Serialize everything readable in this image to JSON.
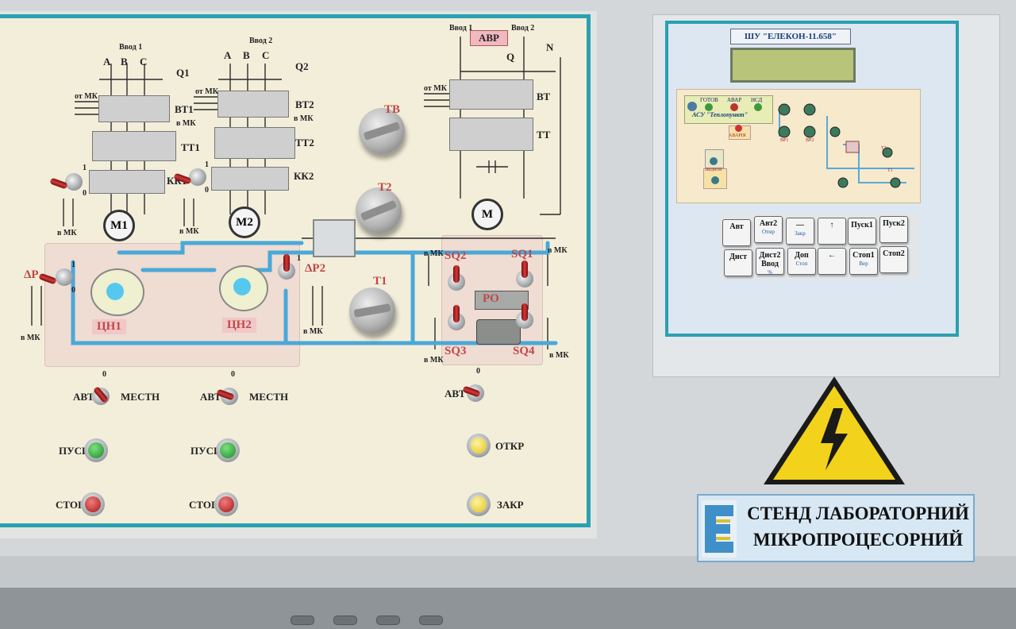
{
  "controller": {
    "title": "ШУ \"ЕЛЕКОН-11.658\"",
    "status_labels": [
      "ГОТОВ",
      "АВАР",
      "НСД"
    ],
    "system_name": "АСУ \"Теплопункт\"",
    "alarm_label": "АВАРІЯ",
    "mini_labels": [
      "ВР1",
      "ВР2",
      "Т2",
      "Т1",
      "ЗВІДНОВ"
    ],
    "keys_row1": [
      {
        "main": "Авт",
        "sub": ""
      },
      {
        "main": "Авт2",
        "sub": "Отмр"
      },
      {
        "main": "—",
        "sub": "Закр"
      },
      {
        "main": "↑",
        "sub": ""
      },
      {
        "main": "Пуск1",
        "sub": ""
      },
      {
        "main": "Пуск2",
        "sub": ""
      }
    ],
    "keys_row2": [
      {
        "main": "Дист",
        "sub": ""
      },
      {
        "main": "Дист2 Ввод",
        "sub": "%"
      },
      {
        "main": "Доп",
        "sub": "Стоп"
      },
      {
        "main": "←",
        "sub": ""
      },
      {
        "main": "Стоп1",
        "sub": "Вер"
      },
      {
        "main": "Стоп2",
        "sub": ""
      }
    ]
  },
  "mimic": {
    "inputs": [
      "Ввод 1",
      "Ввод 2"
    ],
    "avr_inputs": [
      "Ввод 1",
      "Ввод 2"
    ],
    "avr_label": "АВР",
    "phases1": [
      "A",
      "B",
      "C"
    ],
    "phases2": [
      "A",
      "B",
      "C"
    ],
    "breaker1": "Q1",
    "breaker2": "Q2",
    "breaker3": "Q",
    "neutral": "N",
    "from_mk": "от МК",
    "to_mk": "в МК",
    "thyristors": [
      "ВТ1",
      "ВТ2",
      "ВТ"
    ],
    "current_transformers": [
      "ТТ1",
      "ТТ2",
      "ТТ"
    ],
    "contactors": [
      "КК1",
      "КК2"
    ],
    "motors": [
      "M1",
      "M2",
      "M"
    ],
    "pumps": [
      "ЦН1",
      "ЦН2"
    ],
    "pressure_sensors": [
      "ΔP",
      "ΔP2"
    ],
    "temp_sensors": [
      "TB",
      "T2",
      "T1"
    ],
    "limit_switches": [
      "SQ2",
      "SQ1",
      "SQ3",
      "SQ4"
    ],
    "valve": "РО",
    "mode_left": "АВТ",
    "mode_right": "МЕСТН",
    "start": "ПУСК",
    "stop": "СТОП",
    "open": "ОТКР",
    "close": "ЗАКР",
    "num_zero": "0",
    "num_one": "1"
  },
  "plate": {
    "line1": "СТЕНД ЛАБОРАТОРНИЙ",
    "line2": "МІКРОПРОЦЕСОРНИЙ"
  },
  "colors": {
    "panel_border": "#2aa0b2",
    "pipe": "#4aa8d8",
    "warning_yellow": "#f2d21a",
    "avr_box": "#f2b8c0"
  }
}
